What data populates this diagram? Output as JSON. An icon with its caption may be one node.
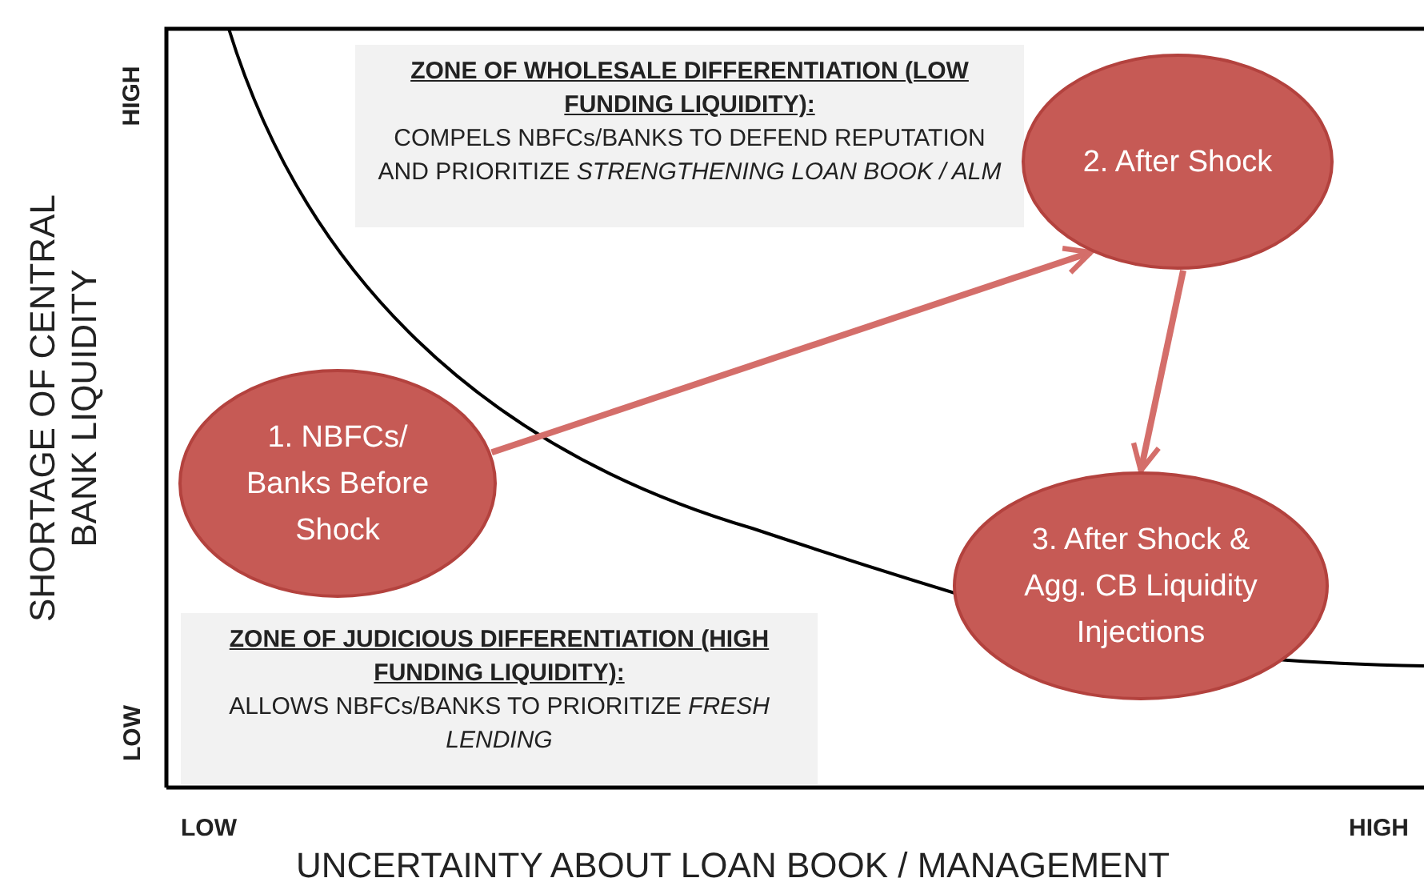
{
  "diagram": {
    "nodes": [
      {
        "text": [
          "ZONE OF WHOLESALE DIFFERENTIATION (LOW FUNDING LIQUIDITY):",
          "COMPELS NBFCs/BANKS TO DEFEND REPUTATION AND PRIORITIZE *STRENGTHENING LOAN BOOK / ALM*"
        ]
      },
      {
        "text": [
          "1. NBFCs/ Banks Before Shock"
        ]
      },
      {
        "text": [
          "2. After Shock"
        ]
      },
      {
        "text": [
          "3. After Shock & Agg. CB Liquidity Injections"
        ]
      },
      {
        "text": [
          "ZONE OF JUDICIOUS DIFFERENTIATION (HIGH FUNDING LIQUIDITY):",
          "ALLOWS NBFCs/BANKS TO PRIORITIZE *FRESH LENDING*"
        ]
      }
    ],
    "edges": [
      {
        "from": 1,
        "to": 2,
        "arrow": "to"
      },
      {
        "from": 2,
        "to": 3,
        "arrow": "to"
      }
    ],
    "labels": [
      "SHORTAGE OF CENTRAL BANK LIQUIDITY",
      "HIGH",
      "LOW",
      "LOW",
      "HIGH",
      "UNCERTAINTY ABOUT LOAN BOOK / MANAGEMENT"
    ]
  }
}
